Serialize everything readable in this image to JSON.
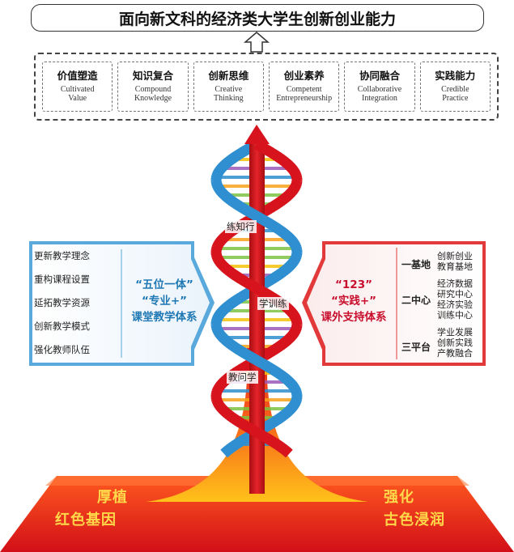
{
  "title": "面向新文科的经济类大学生创新创业能力",
  "abilities": [
    {
      "zh": "价值塑造",
      "en": "Cultivated\nValue"
    },
    {
      "zh": "知识复合",
      "en": "Compound\nKnowledge"
    },
    {
      "zh": "创新思维",
      "en": "Creative\nThinking"
    },
    {
      "zh": "创业素养",
      "en": "Competent\nEntrepreneurship"
    },
    {
      "zh": "协同融合",
      "en": "Collaborative\nIntegration"
    },
    {
      "zh": "实践能力",
      "en": "Credible\nPractice"
    }
  ],
  "helix_labels": {
    "top": "练知行",
    "middle": "学训练",
    "bottom": "教问学"
  },
  "left_panel": {
    "items": [
      "更新教学理念",
      "重构课程设置",
      "延拓教学资源",
      "创新教学模式",
      "强化教师队伍"
    ],
    "line1": "“五位一体”",
    "line2": "“专业+”",
    "line3": "课堂教学体系"
  },
  "right_panel": {
    "line1": "“123”",
    "line2": "“实践+”",
    "line3": "课外支持体系",
    "groups": [
      {
        "tag": "一基地",
        "desc": "创新创业\n教育基地"
      },
      {
        "tag": "二中心",
        "desc": "经济数据\n研究中心\n经济实验\n训练中心"
      },
      {
        "tag": "三平台",
        "desc": "学业发展\n创新实践\n产教融合"
      }
    ]
  },
  "base": {
    "left_top": "厚植",
    "left_bottom": "红色基因",
    "right_top": "强化",
    "right_bottom": "古色浸润"
  },
  "colors": {
    "red": "#d7141d",
    "blue": "#2f8fd0",
    "orange": "#f7a21b"
  }
}
